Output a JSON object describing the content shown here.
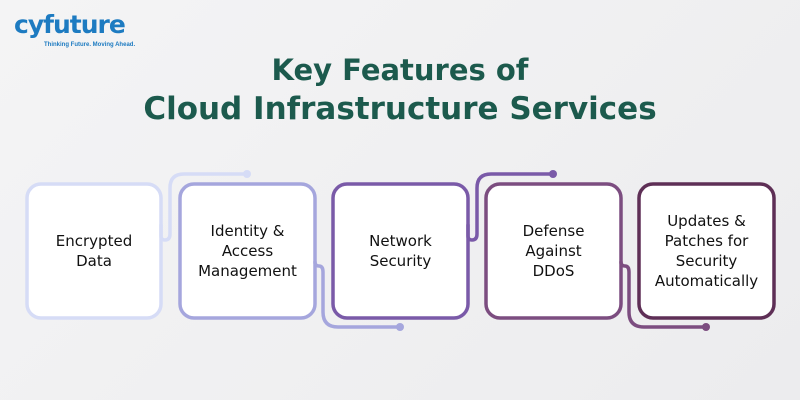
{
  "logo": {
    "name": "cyfuture",
    "tagline": "Thinking Future. Moving Ahead."
  },
  "title": {
    "line1": "Key Features of",
    "line2": "Cloud Infrastructure Services"
  },
  "features": [
    {
      "label": "Encrypted Data",
      "color": "#d6dcf6"
    },
    {
      "label": "Identity & Access Management",
      "color": "#a5a6dd"
    },
    {
      "label": "Network Security",
      "color": "#7a5aa8"
    },
    {
      "label": "Defense Against DDoS",
      "color": "#7c4d80"
    },
    {
      "label": "Updates & Patches for Security Automatically",
      "color": "#5e2f56"
    }
  ]
}
